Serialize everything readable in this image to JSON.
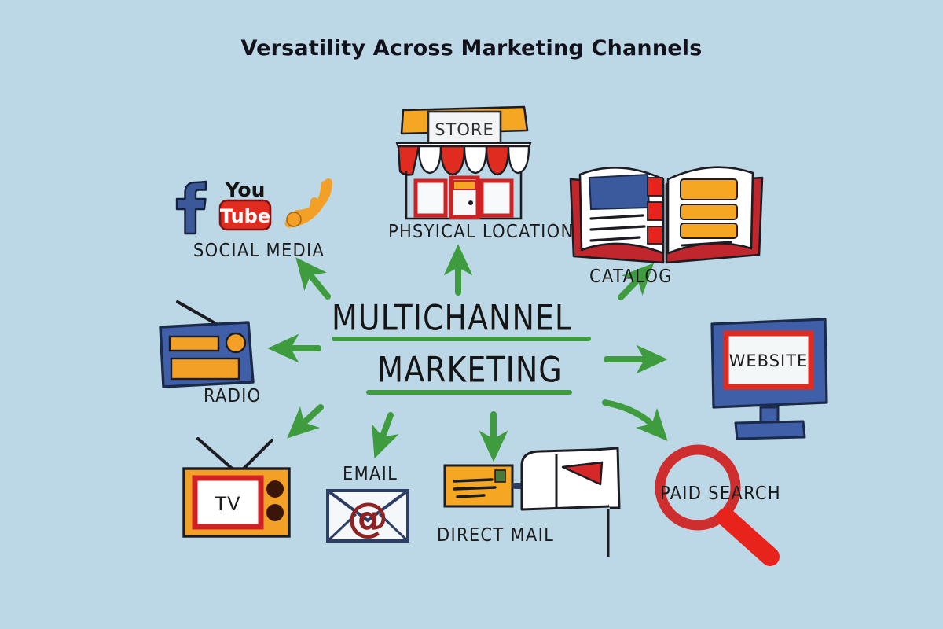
{
  "page": {
    "title": "Versatility Across Marketing Channels",
    "background_color": "#bcd7e5"
  },
  "hub": {
    "line1": "MULTICHANNEL",
    "line2": "MARKETING",
    "underline_color": "#3e9c3e"
  },
  "arrow_color": "#3e9c3e",
  "channels": [
    {
      "id": "social-media",
      "label": "SOCIAL MEDIA",
      "icons": [
        "facebook-icon",
        "youtube-icon",
        "rss-icon"
      ],
      "youtube_top_text": "You",
      "youtube_box_text": "Tube",
      "facebook_glyph": "f",
      "colors": {
        "facebook": "#3b5998",
        "youtube": "#e02b20",
        "rss": "#f2a026"
      }
    },
    {
      "id": "physical-location",
      "label": "PHSYICAL LOCATION",
      "sign_text": "STORE",
      "colors": {
        "awning_band": "#f5a623",
        "awning_stripe": "#e02b20",
        "sign_bg": "#f2f4f5"
      }
    },
    {
      "id": "catalog",
      "label": "CATALOG",
      "colors": {
        "cover": "#c0272d",
        "image_block": "#3b5a9e",
        "tabs": "#e8231c",
        "bars": "#f5a623"
      }
    },
    {
      "id": "website",
      "label": "WEBSITE",
      "screen_text": "WEBSITE",
      "colors": {
        "body": "#3f5fa8",
        "bezel": "#e02b20",
        "screen": "#f4f7f8"
      }
    },
    {
      "id": "paid-search",
      "label": "PAID SEARCH",
      "colors": {
        "glass": "#cf2e2e",
        "handle": "#e8231c"
      }
    },
    {
      "id": "direct-mail",
      "label": "DIRECT MAIL",
      "colors": {
        "envelope": "#f5a623",
        "arrow": "#2e3f66",
        "flag": "#d62828",
        "box": "#ffffff"
      }
    },
    {
      "id": "email",
      "label": "EMAIL",
      "at_glyph": "@",
      "colors": {
        "envelope_stroke": "#2e3f66",
        "at_symbol": "#8e2323"
      }
    },
    {
      "id": "tv",
      "label": "TV",
      "screen_text": "TV",
      "colors": {
        "body": "#f2a026",
        "bezel": "#cf2222",
        "screen": "#ffffff",
        "knob": "#3a1608"
      }
    },
    {
      "id": "radio",
      "label": "RADIO",
      "colors": {
        "body": "#3f5fa8",
        "display": "#f2a026",
        "dial": "#f2a026"
      }
    }
  ]
}
